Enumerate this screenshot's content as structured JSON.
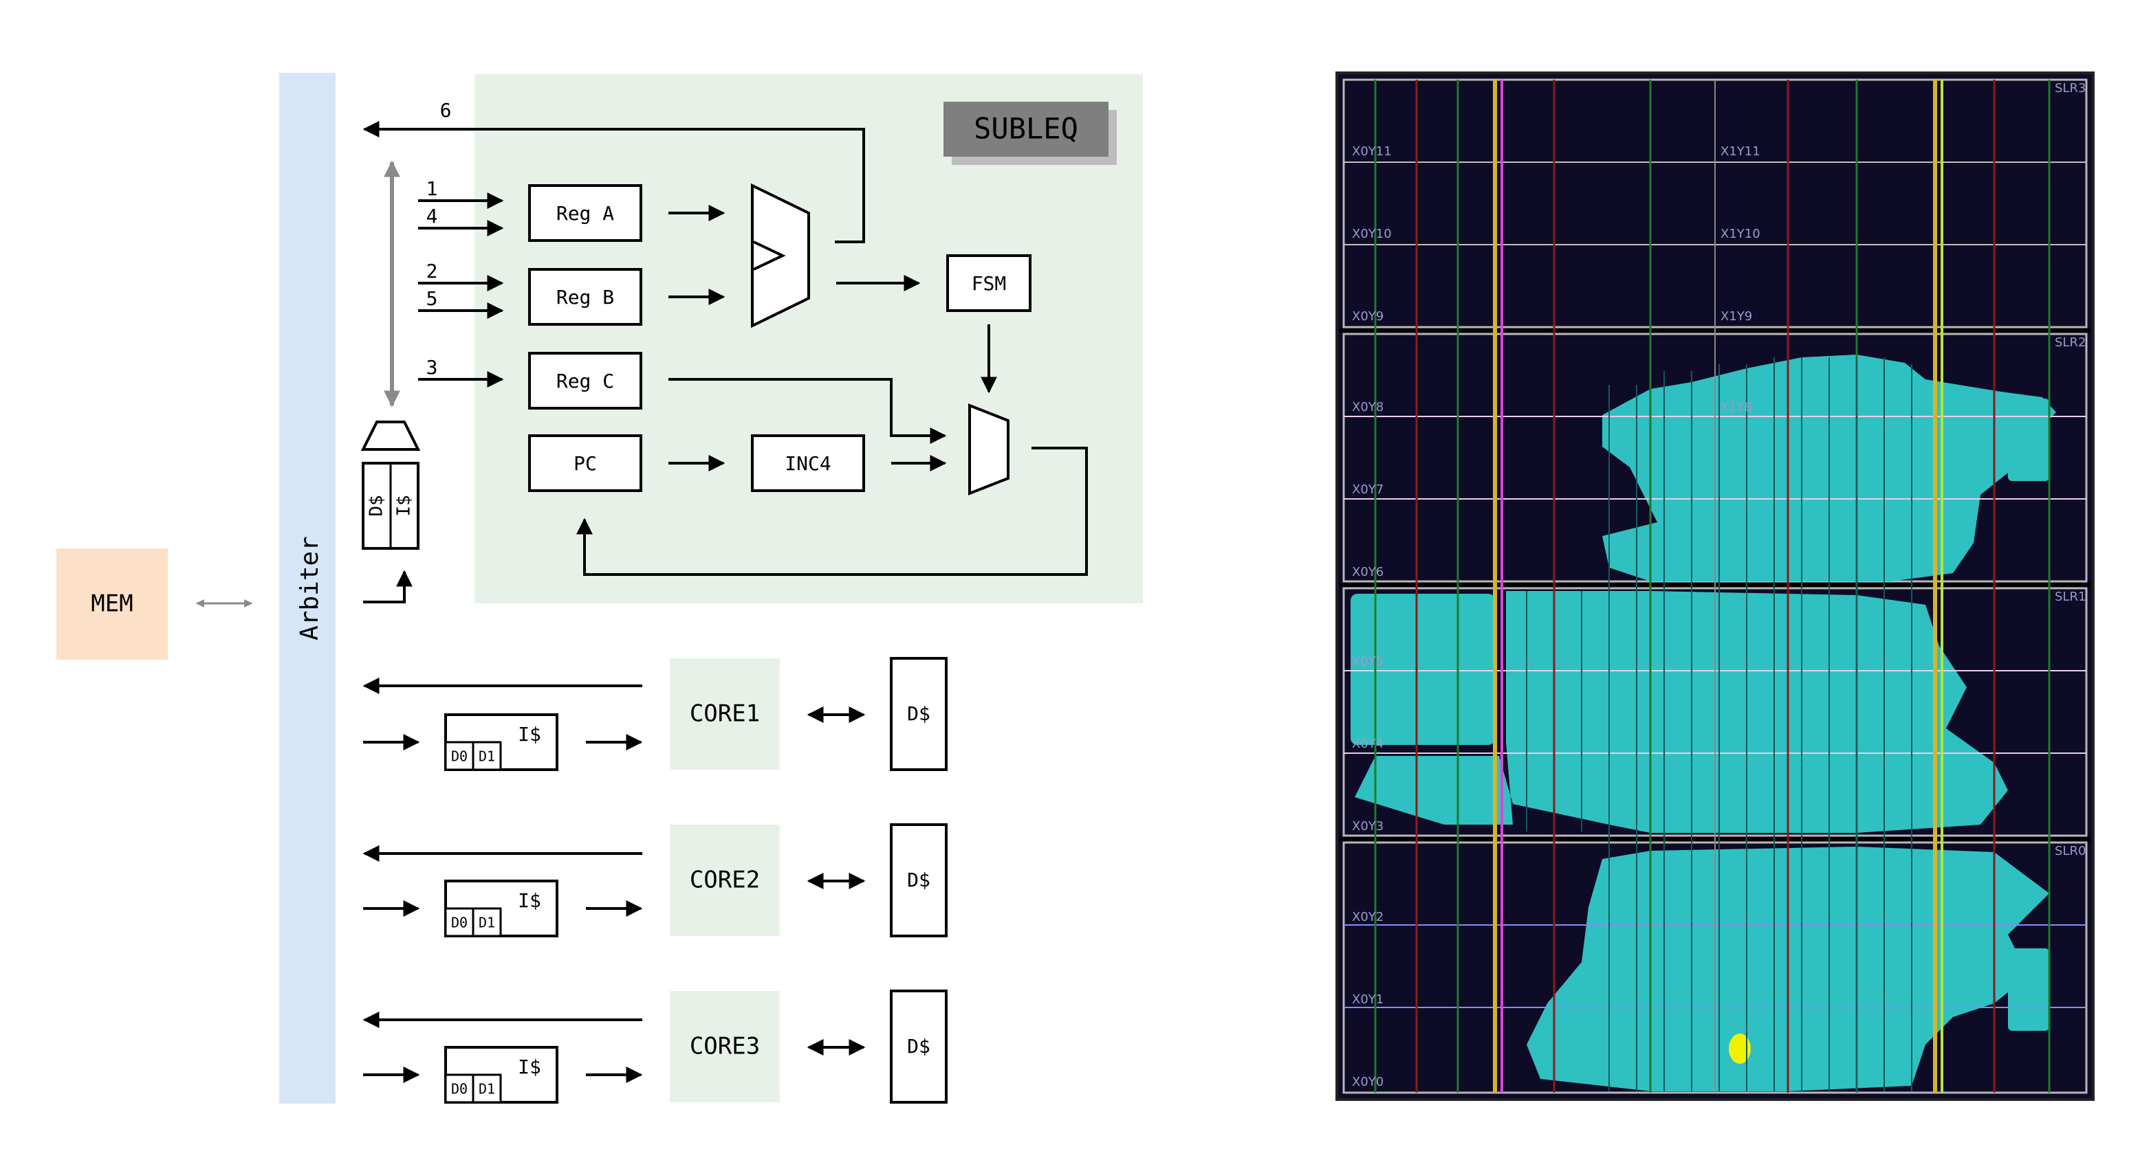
{
  "diagram": {
    "mem_label": "MEM",
    "arbiter_label": "Arbiter",
    "subleq_label": "SUBLEQ",
    "regs": [
      "Reg A",
      "Reg B",
      "Reg C"
    ],
    "pc_label": "PC",
    "inc4_label": "INC4",
    "fsm_label": "FSM",
    "port_numbers": [
      "1",
      "4",
      "2",
      "5",
      "3",
      "6"
    ],
    "dcache_label": "D$",
    "icache_label": "I$",
    "cores": [
      {
        "name": "CORE1",
        "icache": "I$",
        "d0": "D0",
        "d1": "D1",
        "dcache": "D$"
      },
      {
        "name": "CORE2",
        "icache": "I$",
        "d0": "D0",
        "d1": "D1",
        "dcache": "D$"
      },
      {
        "name": "CORE3",
        "icache": "I$",
        "d0": "D0",
        "d1": "D1",
        "dcache": "D$"
      }
    ]
  },
  "floorplan": {
    "region_labels": [
      "X0Y11",
      "X1Y11",
      "X0Y10",
      "X1Y10",
      "X0Y9",
      "X1Y9",
      "X0Y8",
      "X1Y8",
      "X0Y7",
      "X0Y6",
      "X0Y5",
      "X0Y4",
      "X0Y3",
      "X0Y2",
      "X0Y1",
      "X0Y0"
    ],
    "slr_labels": [
      "SLR3",
      "SLR2",
      "SLR1",
      "SLR0"
    ]
  },
  "colors": {
    "mem_fill": "#fde0c8",
    "arbiter_fill": "#d6e6f8",
    "subleq_bg": "#e8f1e8",
    "core_fill": "#e8f1e8",
    "subleq_tag": "#7f7f7f",
    "floor_bg": "#0d0b26",
    "placed_logic": "#2fc1c1",
    "highlight": "#f2f200"
  }
}
